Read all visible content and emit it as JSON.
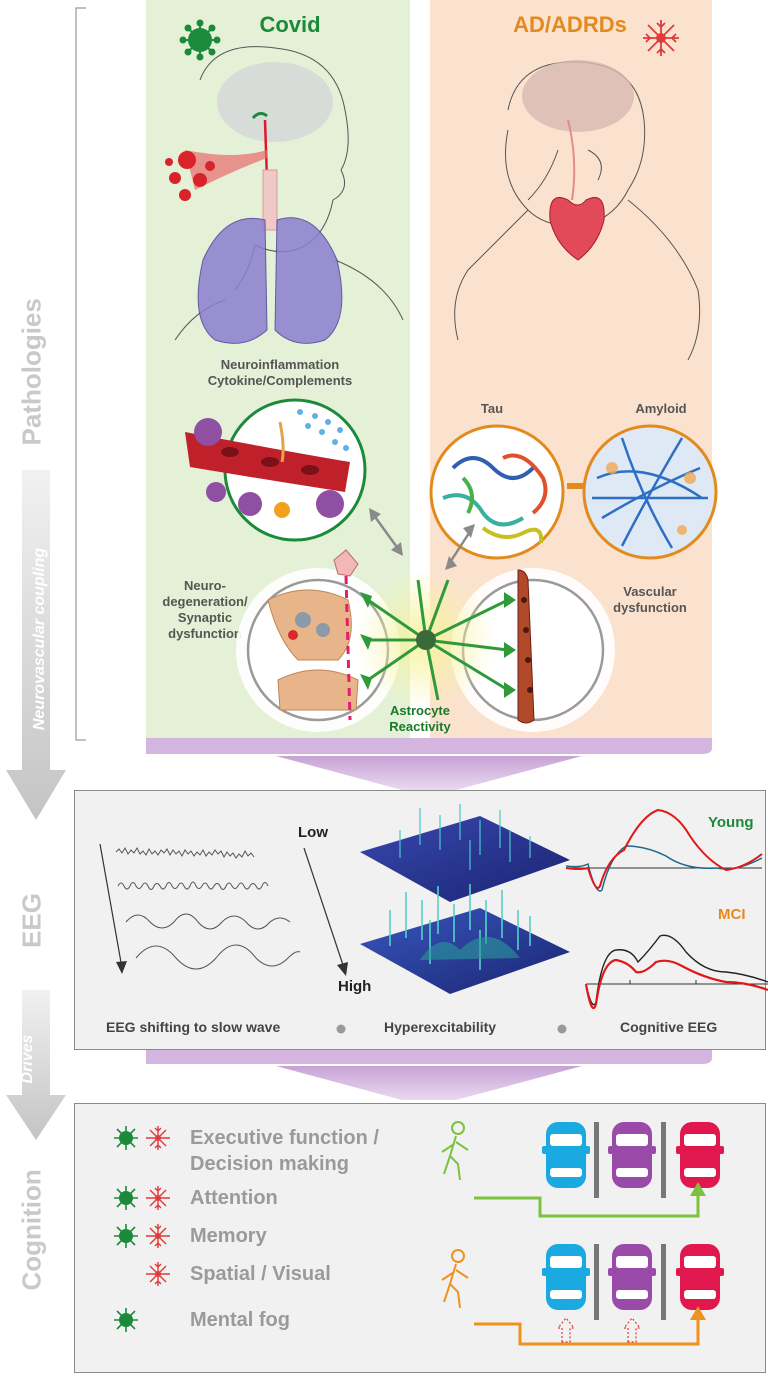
{
  "sidebar": {
    "pathologies": "Pathologies",
    "eeg": "EEG",
    "cognition": "Cognition",
    "coupling": "Neurovascular coupling",
    "drives": "Drives"
  },
  "panels": {
    "covid_title": "Covid",
    "ad_title": "AD/ADRDs",
    "covid_color": "#1b8a3a",
    "ad_color": "#e38a1e"
  },
  "labels": {
    "neuroinflammation": "Neuroinflammation",
    "cytokine": "Cytokine/Complements",
    "tau": "Tau",
    "amyloid": "Amyloid",
    "neuro1": "Neuro-",
    "neuro2": "degeneration/",
    "neuro3": "Synaptic",
    "neuro4": "dysfunction",
    "vascular1": "Vascular",
    "vascular2": "dysfunction",
    "astro1": "Astrocyte",
    "astro2": "Reactivity"
  },
  "eeg": {
    "low": "Low",
    "high": "High",
    "young": "Young",
    "mci": "MCI",
    "foot1": "EEG shifting to slow wave",
    "foot2": "Hyperexcitability",
    "foot3": "Cognitive EEG"
  },
  "cognition": {
    "item1a": "Executive function /",
    "item1b": "Decision making",
    "item2": "Attention",
    "item3": "Memory",
    "item4": "Spatial / Visual",
    "item5": "Mental fog",
    "car_colors": [
      "#1aa9e0",
      "#9a4aa8",
      "#e0184e"
    ],
    "path_green": "#7cc23e",
    "path_orange": "#f0921e"
  }
}
